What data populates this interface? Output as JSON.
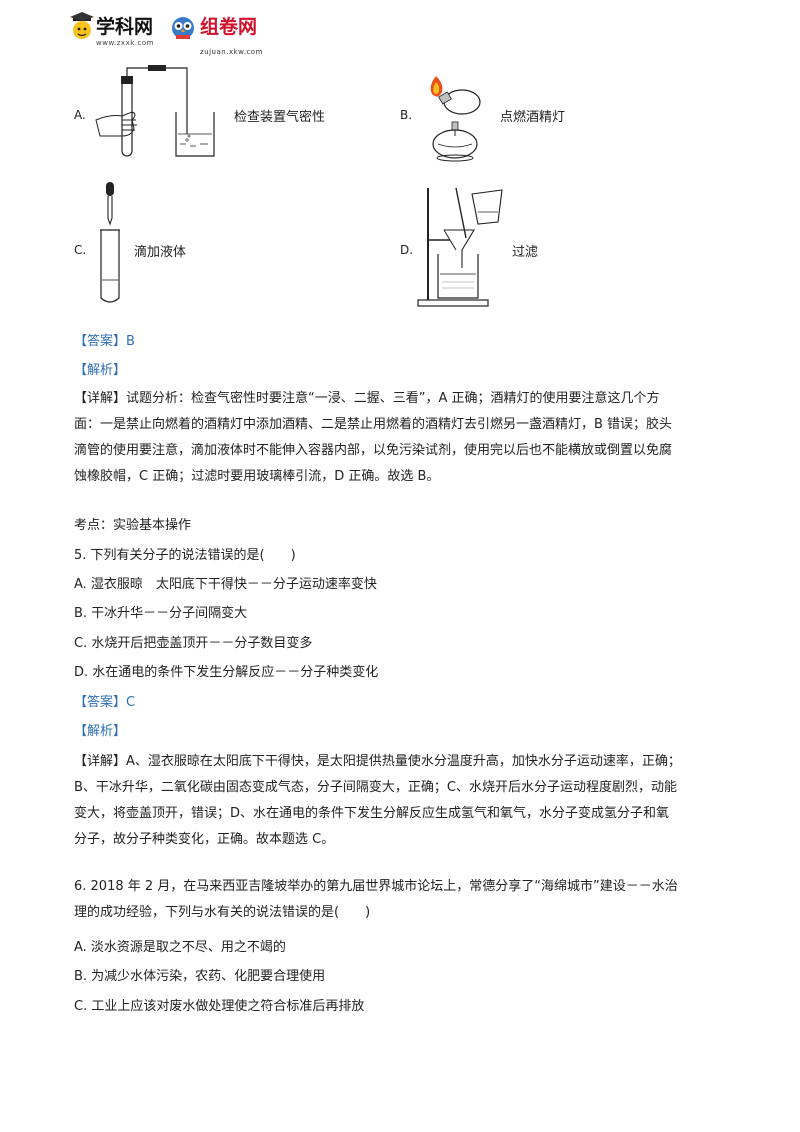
{
  "header": {
    "logo1_name": "学科网",
    "logo1_url": "www.zxxk.com",
    "logo2_name": "组卷网",
    "logo2_url": "zujuan.xkw.com"
  },
  "q4_options": {
    "A": {
      "label": "A.",
      "desc": "检查装置气密性"
    },
    "B": {
      "label": "B.",
      "desc": "点燃酒精灯"
    },
    "C": {
      "label": "C.",
      "desc": "滴加液体"
    },
    "D": {
      "label": "D.",
      "desc": "过滤"
    }
  },
  "q4": {
    "answer": "【答案】B",
    "analysis_tag": "【解析】",
    "detail_lines": [
      "【详解】试题分析：检查气密性时要注意“一浸、二握、三看”，A 正确；酒精灯的使用要注意这几个方",
      "面：一是禁止向燃着的酒精灯中添加酒精、二是禁止用燃着的酒精灯去引燃另一盏酒精灯，B 错误；胶头",
      "滴管的使用要注意，滴加液体时不能伸入容器内部，以免污染试剂，使用完以后也不能横放或倒置以免腐",
      "蚀橡胶帽，C 正确；过滤时要用玻璃棒引流，D 正确。故选 B。"
    ],
    "point": "考点：实验基本操作"
  },
  "q5": {
    "stem": "5. 下列有关分子的说法错误的是(　　)",
    "options": [
      "A. 湿衣服晾　太阳底下干得快－－分子运动速率变快",
      "B. 干冰升华－－分子间隔变大",
      "C. 水烧开后把壶盖顶开－－分子数目变多",
      "D. 水在通电的条件下发生分解反应－－分子种类变化"
    ],
    "answer": "【答案】C",
    "analysis_tag": "【解析】",
    "detail_lines": [
      "【详解】A、湿衣服晾在太阳底下干得快，是太阳提供热量使水分温度升高，加快水分子运动速率，正确；",
      "B、干冰升华，二氧化碳由固态变成气态，分子间隔变大，正确；C、水烧开后水分子运动程度剧烈，动能",
      "变大，将壶盖顶开，错误；D、水在通电的条件下发生分解反应生成氢气和氧气，水分子变成氢分子和氧",
      "分子，故分子种类变化，正确。故本题选 C。"
    ]
  },
  "q6": {
    "stem_lines": [
      "6. 2018 年 2 月，在马来西亚吉隆坡举办的第九届世界城市论坛上，常德分享了“海绵城市”建设－－水治",
      "理的成功经验，下列与水有关的说法错误的是(　　)"
    ],
    "options": [
      "A. 淡水资源是取之不尽、用之不竭的",
      "B. 为减少水体污染，农药、化肥要合理使用",
      "C. 工业上应该对废水做处理使之符合标准后再排放"
    ]
  },
  "colors": {
    "tag": "#2e6eb5",
    "logo_red": "#d0112b"
  }
}
